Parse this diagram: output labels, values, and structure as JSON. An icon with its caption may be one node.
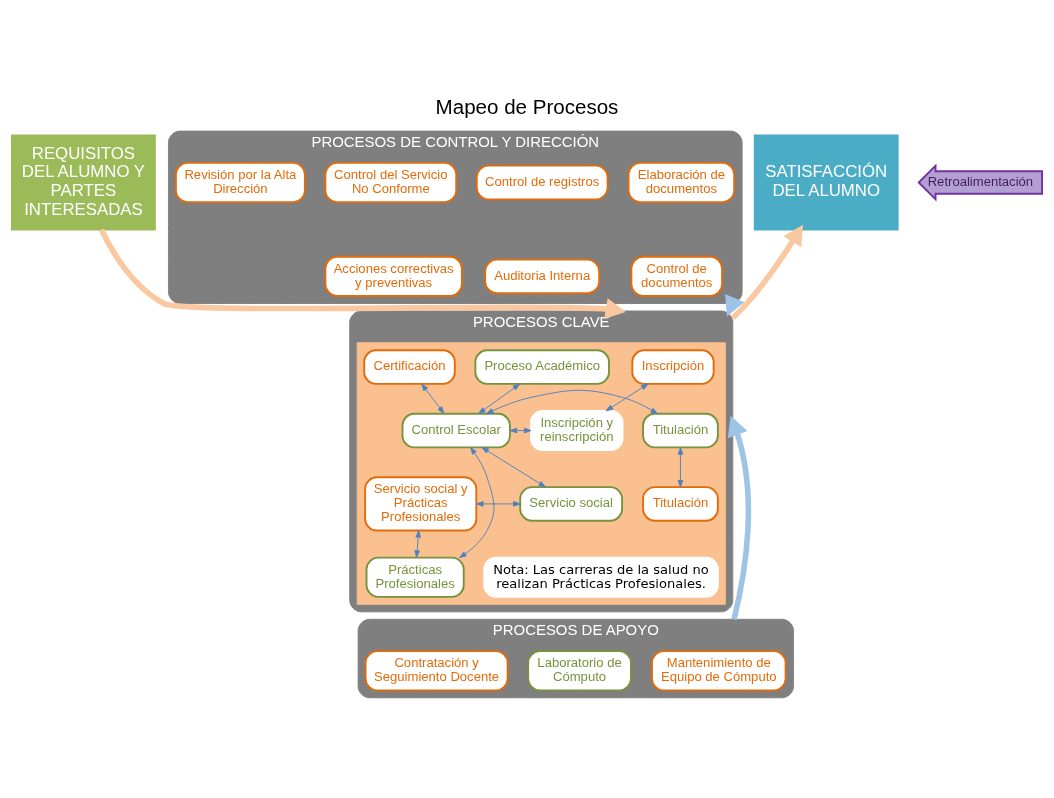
{
  "diagram": {
    "title": "Mapeo de Procesos",
    "nodes": [
      {
        "text": [
          "REQUISITOS DEL ALUMNO Y PARTES INTERESADAS"
        ]
      },
      {
        "text": [
          "PROCESOS DE CONTROL Y DIRECCIÓN"
        ]
      },
      {
        "text": [
          "Elaboración de documentos"
        ],
        "in": 1
      },
      {
        "text": [
          "Control de registros"
        ],
        "in": 1
      },
      {
        "text": [
          "Control del Servicio No Conforme"
        ],
        "in": 1
      },
      {
        "text": [
          "Revisión por la Alta Dirección"
        ],
        "in": 1
      },
      {
        "text": [
          "Control de documentos"
        ],
        "in": 1
      },
      {
        "text": [
          "Auditoria Interna"
        ],
        "in": 1
      },
      {
        "text": [
          "Acciones correctivas y preventivas"
        ],
        "in": 1
      },
      {
        "text": [
          "Retroalimentación"
        ]
      },
      {
        "text": [
          "PROCESOS CLAVE"
        ]
      },
      {
        "text": [],
        "shape": "box",
        "in": 10
      },
      {
        "text": [
          "Inscripción"
        ],
        "in": 11
      },
      {
        "text": [
          "Proceso Académico"
        ],
        "in": 11
      },
      {
        "text": [
          "Certificación"
        ],
        "in": 11
      },
      {
        "text": [
          "Inscripción y reinscripción"
        ],
        "in": 11
      },
      {
        "text": [
          "Control Escolar"
        ],
        "in": 11
      },
      {
        "text": [
          "Titulación"
        ],
        "in": 11
      },
      {
        "text": [
          "Servicio social"
        ],
        "in": 11
      },
      {
        "text": [
          "Titulación"
        ],
        "in": 11
      },
      {
        "text": [
          "Servicio social y Prácticas Profesionales"
        ],
        "in": 11
      },
      {
        "text": [
          "Prácticas Profesionales"
        ],
        "in": 11
      },
      {
        "text": [
          "Nota: Las carreras de la salud no realizan Prácticas Profesionales."
        ],
        "in": 11
      },
      {
        "text": [
          "PROCESOS DE APOYO"
        ]
      },
      {
        "text": [
          "Mantenimiento de Equipo de Cómputo"
        ],
        "in": 23
      },
      {
        "text": [
          "Contratación y Seguimiento Docente"
        ],
        "in": 23
      },
      {
        "text": [
          "Laboratorio de Cómputo"
        ],
        "in": 23
      },
      {
        "text": [
          "SATISFACCIÓN DEL ALUMNO"
        ]
      }
    ],
    "edges": [
      {
        "from": 0,
        "to": 10,
        "arrow": "to",
        "style": "thick",
        "color": "#fac8a0"
      },
      {
        "from": 1,
        "to": 10,
        "arrow": "to",
        "style": "thick",
        "color": "#9dc3e6"
      },
      {
        "from": 12,
        "to": 15,
        "arrow": "both"
      },
      {
        "from": 13,
        "to": 16,
        "arrow": "both"
      },
      {
        "from": 15,
        "to": 16,
        "arrow": "both"
      },
      {
        "from": 16,
        "to": 14,
        "arrow": "both"
      },
      {
        "from": 16,
        "to": 17,
        "arrow": "both"
      },
      {
        "from": 17,
        "to": 19,
        "arrow": "both"
      },
      {
        "from": 16,
        "to": 18,
        "arrow": "both"
      },
      {
        "from": 16,
        "to": 21,
        "arrow": "both"
      },
      {
        "from": 20,
        "to": 18,
        "arrow": "both"
      },
      {
        "from": 20,
        "to": 21,
        "arrow": "both"
      },
      {
        "from": 23,
        "to": 10,
        "arrow": "to",
        "style": "thick",
        "color": "#9dc3e6"
      },
      {
        "from": 10,
        "to": 27,
        "arrow": "to",
        "style": "thick",
        "color": "#fac8a0"
      }
    ]
  }
}
